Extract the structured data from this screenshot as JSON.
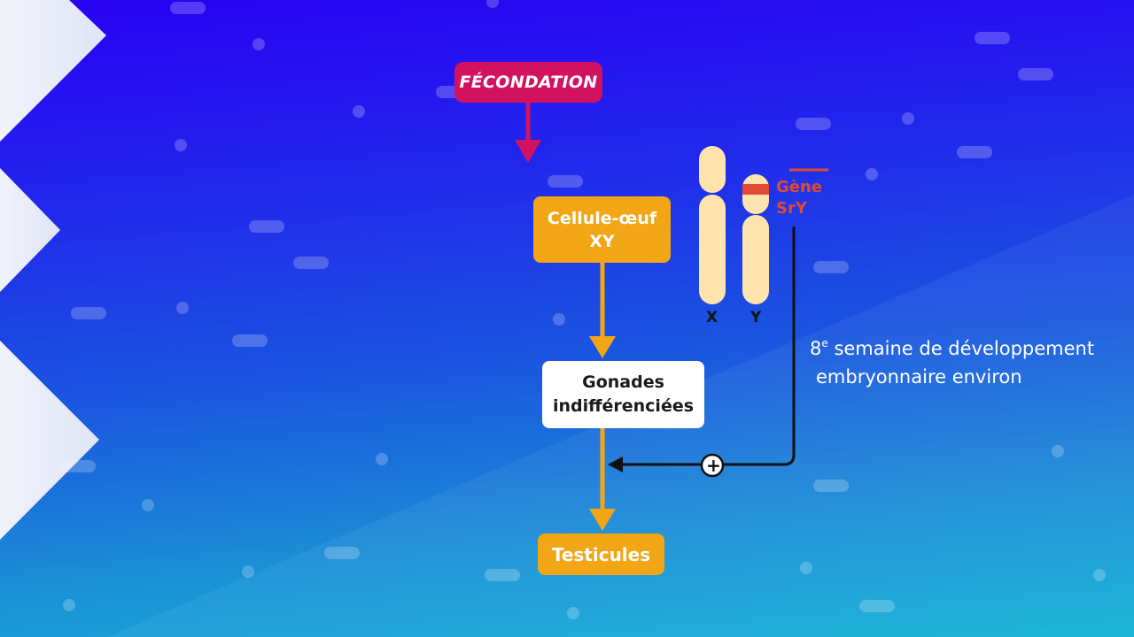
{
  "diagram": {
    "fecondation": "FÉCONDATION",
    "cellule": {
      "line1": "Cellule-œuf",
      "line2": "XY"
    },
    "gonades": {
      "line1": "Gonades",
      "line2": "indifférenciées"
    },
    "testicules": "Testicules",
    "chromosome_x": "X",
    "chromosome_y": "Y",
    "gene": {
      "line1": "Gène",
      "line2": "SrY"
    },
    "caption": {
      "number": "8",
      "superscript": "e",
      "line1_rest": " semaine de développement",
      "line2": "embryonnaire environ"
    },
    "plus_symbol": "+"
  },
  "colors": {
    "fecondation": "#d3125f",
    "orange": "#f2a515",
    "chromosome": "#fde3ae",
    "gene_red": "#e04a35",
    "arrow_black": "#111111"
  }
}
